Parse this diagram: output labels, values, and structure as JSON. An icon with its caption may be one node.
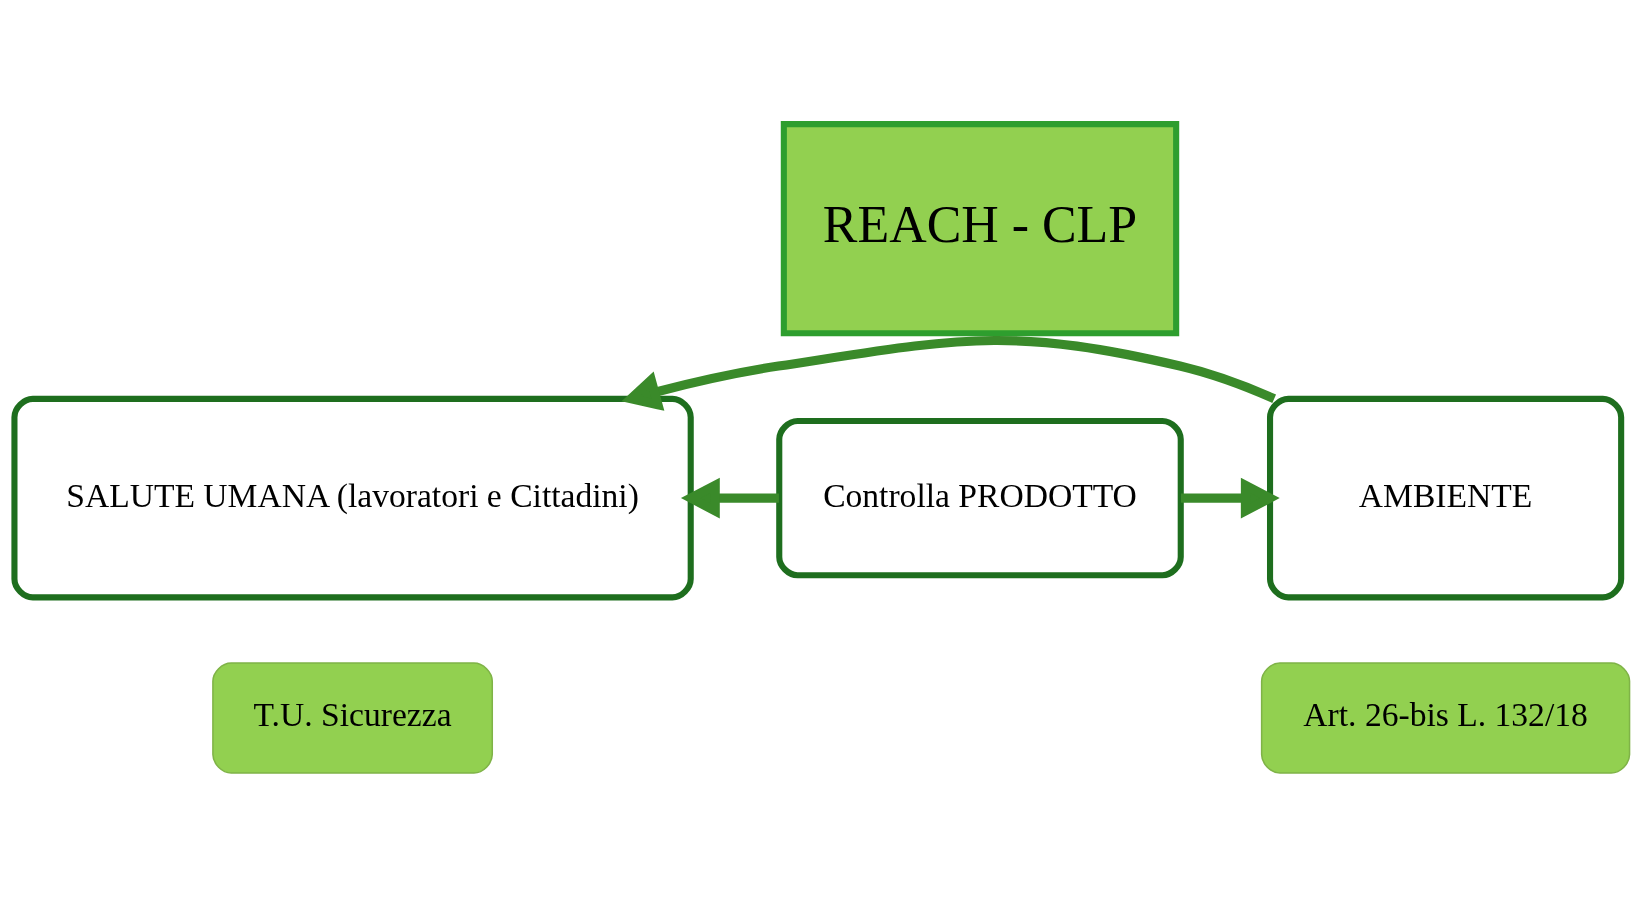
{
  "diagram": {
    "nodes": [
      {
        "text": [
          "SALUTE UMANA (lavoratori e Cittadini)"
        ]
      },
      {
        "text": [
          "T.U. Sicurezza"
        ]
      },
      {
        "text": [
          "REACH - CLP"
        ]
      },
      {
        "text": [
          "Controlla PRODOTTO"
        ]
      },
      {
        "text": [
          "AMBIENTE"
        ]
      },
      {
        "text": [
          "Art. 26-bis L. 132/18"
        ]
      }
    ],
    "edges": [
      {
        "from": 4,
        "to": 0,
        "arrow": "to"
      },
      {
        "from": 3,
        "to": 0,
        "arrow": "to"
      },
      {
        "from": 3,
        "to": 4,
        "arrow": "to"
      }
    ]
  }
}
